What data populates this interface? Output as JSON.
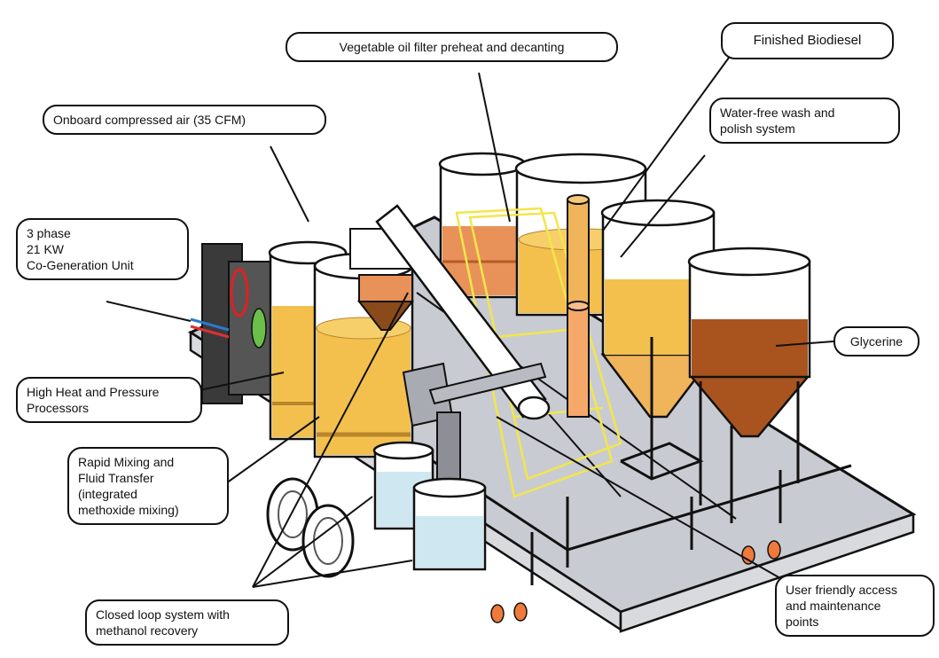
{
  "callouts": {
    "vegetable_oil": [
      "Vegetable oil filter preheat and decanting"
    ],
    "finished_biodiesel": [
      "Finished Biodiesel"
    ],
    "compressed_air": [
      "Onboard compressed air (35 CFM)"
    ],
    "water_free_wash": [
      "Water-free wash  and",
      "polish system"
    ],
    "cogeneration": [
      "3 phase",
      "21 KW",
      "Co-Generation Unit"
    ],
    "glycerine": [
      "Glycerine"
    ],
    "high_heat": [
      "High Heat and Pressure",
      "Processors"
    ],
    "rapid_mixing": [
      "Rapid Mixing and",
      "Fluid Transfer",
      "(integrated",
      "methoxide mixing)"
    ],
    "closed_loop": [
      "Closed loop system with",
      "methanol recovery"
    ],
    "user_friendly": [
      "User friendly access",
      "and maintenance",
      "points"
    ]
  },
  "colors": {
    "trailer_top": "#c9cbd2",
    "trailer_side": "#d9dade",
    "orange_liquid": "#e8925a",
    "amber_liquid": "#f3c04e",
    "brown_liquid": "#a9541f",
    "methanol_blue": "#cfe7f0",
    "outline": "#111111",
    "yellow_frame": "#f2e64a",
    "light_orange": "#f5a86a"
  }
}
